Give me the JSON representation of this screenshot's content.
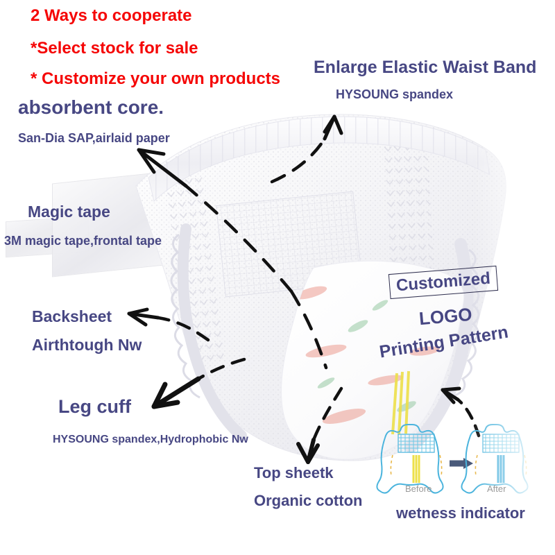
{
  "headings": {
    "ways": "2 Ways to cooperate",
    "select_stock": "*Select  stock for sale",
    "customize": "* Customize your own products"
  },
  "features": [
    {
      "title": "absorbent core.",
      "subtitle": "San-Dia SAP,airlaid paper"
    },
    {
      "title": "Magic tape",
      "subtitle": "3M magic tape,frontal tape"
    },
    {
      "title": "Backsheet",
      "subtitle": "Airthtough Nw"
    },
    {
      "title": "Leg cuff",
      "subtitle": "HYSOUNG spandex,Hydrophobic Nw"
    },
    {
      "title": "Enlarge Elastic Waist Band",
      "subtitle": "HYSOUNG spandex"
    },
    {
      "title": "Top sheetk",
      "subtitle": "Organic cotton"
    }
  ],
  "print_callout": {
    "boxed": "Customized",
    "logo": "LOGO",
    "pattern": "Printing Pattern"
  },
  "wetness": {
    "caption": "wetness indicator",
    "before_label": "Before",
    "after_label": "After",
    "before_stripe_color": "#ede04a",
    "after_stripe_color": "#35a8d8",
    "outline_color": "#4bb4dd",
    "arrow_color": "#4a5a7a"
  },
  "colors": {
    "heading_red": "#f50505",
    "label_blue": "#474783",
    "small_gray": "#9a9a9a",
    "arrow_black": "#111111",
    "background": "#ffffff"
  },
  "product": {
    "name": "baby-diaper-photo",
    "print_accents": [
      "#eda79d",
      "#8cc49a",
      "#ede04a"
    ]
  },
  "icons": {
    "arrow_core": "arrow-up-left-icon",
    "arrow_waist": "arrow-up-icon",
    "arrow_backsheet": "arrow-down-left-icon",
    "arrow_legcuff": "arrow-down-left-icon",
    "arrow_topsheet": "arrow-down-icon",
    "arrow_wetness": "arrow-up-left-icon",
    "arrow_beforeafter": "arrow-right-icon"
  }
}
